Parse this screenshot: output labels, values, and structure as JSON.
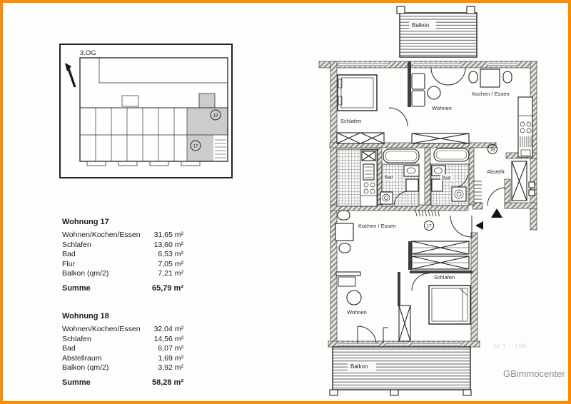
{
  "page": {
    "watermark": "GBimmocenter",
    "scale_note": "M 1 : 100",
    "border_color": "#FF8B00"
  },
  "overview": {
    "floor_label": "3.OG",
    "unit_18": "18",
    "unit_17": "17"
  },
  "floorplan": {
    "labels": {
      "balkon_top": "Balkon",
      "schlafen_18": "Schlafen",
      "wohnen_18": "Wohnen",
      "kochen_essen_18": "Kochen / Essen",
      "bad_17": "Bad",
      "bad_18": "Bad",
      "unit_18": "18",
      "unit_17": "17",
      "abstellraum": "Abstellr.",
      "kochen_essen_17": "Kochen / Essen",
      "schlafen_17": "Schlafen",
      "wohnen_17": "Wohnen",
      "balkon_bottom": "Balkon"
    }
  },
  "tables": [
    {
      "title": "Wohnung 17",
      "rows": [
        {
          "label": "Wohnen/Kochen/Essen",
          "value": "31,65 m²"
        },
        {
          "label": "Schlafen",
          "value": "13,60 m²"
        },
        {
          "label": "Bad",
          "value": "6,53 m²"
        },
        {
          "label": "Flur",
          "value": "7,05 m²"
        },
        {
          "label": "Balkon (qm/2)",
          "value": "7,21 m²"
        }
      ],
      "total_label": "Summe",
      "total_value": "65,79 m²"
    },
    {
      "title": "Wohnung 18",
      "rows": [
        {
          "label": "Wohnen/Kochen/Essen",
          "value": "32,04 m²"
        },
        {
          "label": "Schlafen",
          "value": "14,56 m²"
        },
        {
          "label": "Bad",
          "value": "6,07 m²"
        },
        {
          "label": "Abstellraum",
          "value": "1,69 m²"
        },
        {
          "label": "Balkon (qm/2)",
          "value": "3,92 m²"
        }
      ],
      "total_label": "Summe",
      "total_value": "58,28 m²"
    }
  ]
}
